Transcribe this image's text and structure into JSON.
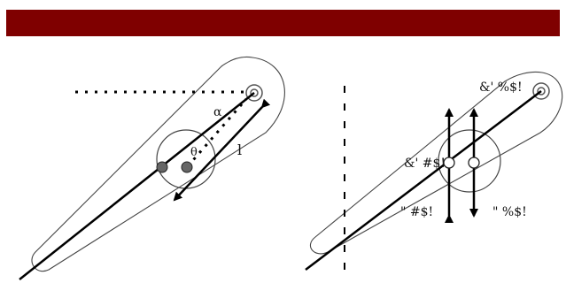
{
  "header": {
    "color": "#7f0000"
  },
  "left_diagram": {
    "labels": {
      "alpha": "α",
      "theta": "θ",
      "length": "l"
    }
  },
  "right_diagram": {
    "labels": {
      "top": "&' %$!",
      "mid": "&' #$!",
      "bottom_left": "\" #$!",
      "bottom_right": "\" %$!"
    }
  }
}
